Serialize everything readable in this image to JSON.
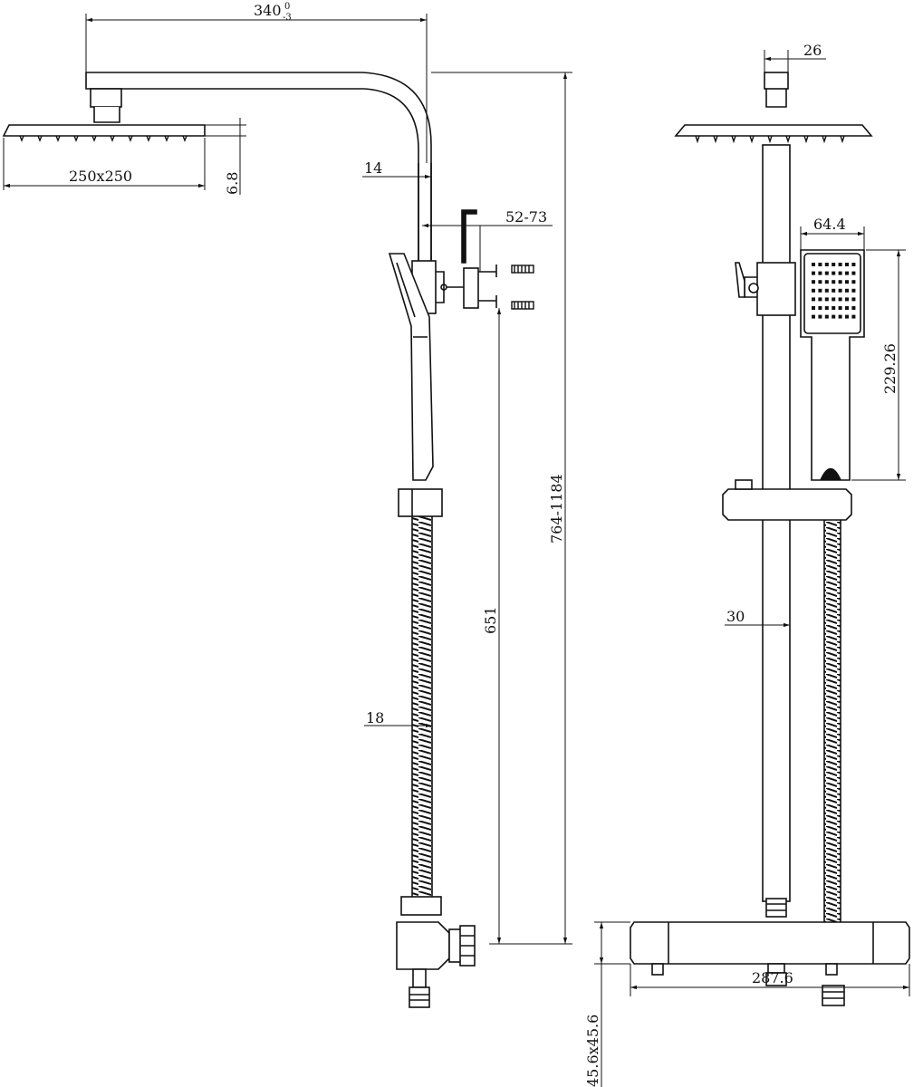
{
  "drawing": {
    "dimensions": {
      "arm_length": "340",
      "arm_tol_upper": "0",
      "arm_tol_lower": "-3",
      "head_size": "250x250",
      "head_thickness": "6.8",
      "pipe_diameter_upper": "14",
      "wall_bracket_range": "52-73",
      "total_height": "764-1184",
      "slide_height": "651",
      "hose_diameter": "18",
      "top_pipe_width": "26",
      "handset_width": "64.4",
      "handset_length": "229.26",
      "rail_diameter": "30",
      "valve_section": "45.6x45.6",
      "valve_length": "287.6"
    },
    "colors": {
      "line": "#111111",
      "background": "#ffffff"
    }
  }
}
